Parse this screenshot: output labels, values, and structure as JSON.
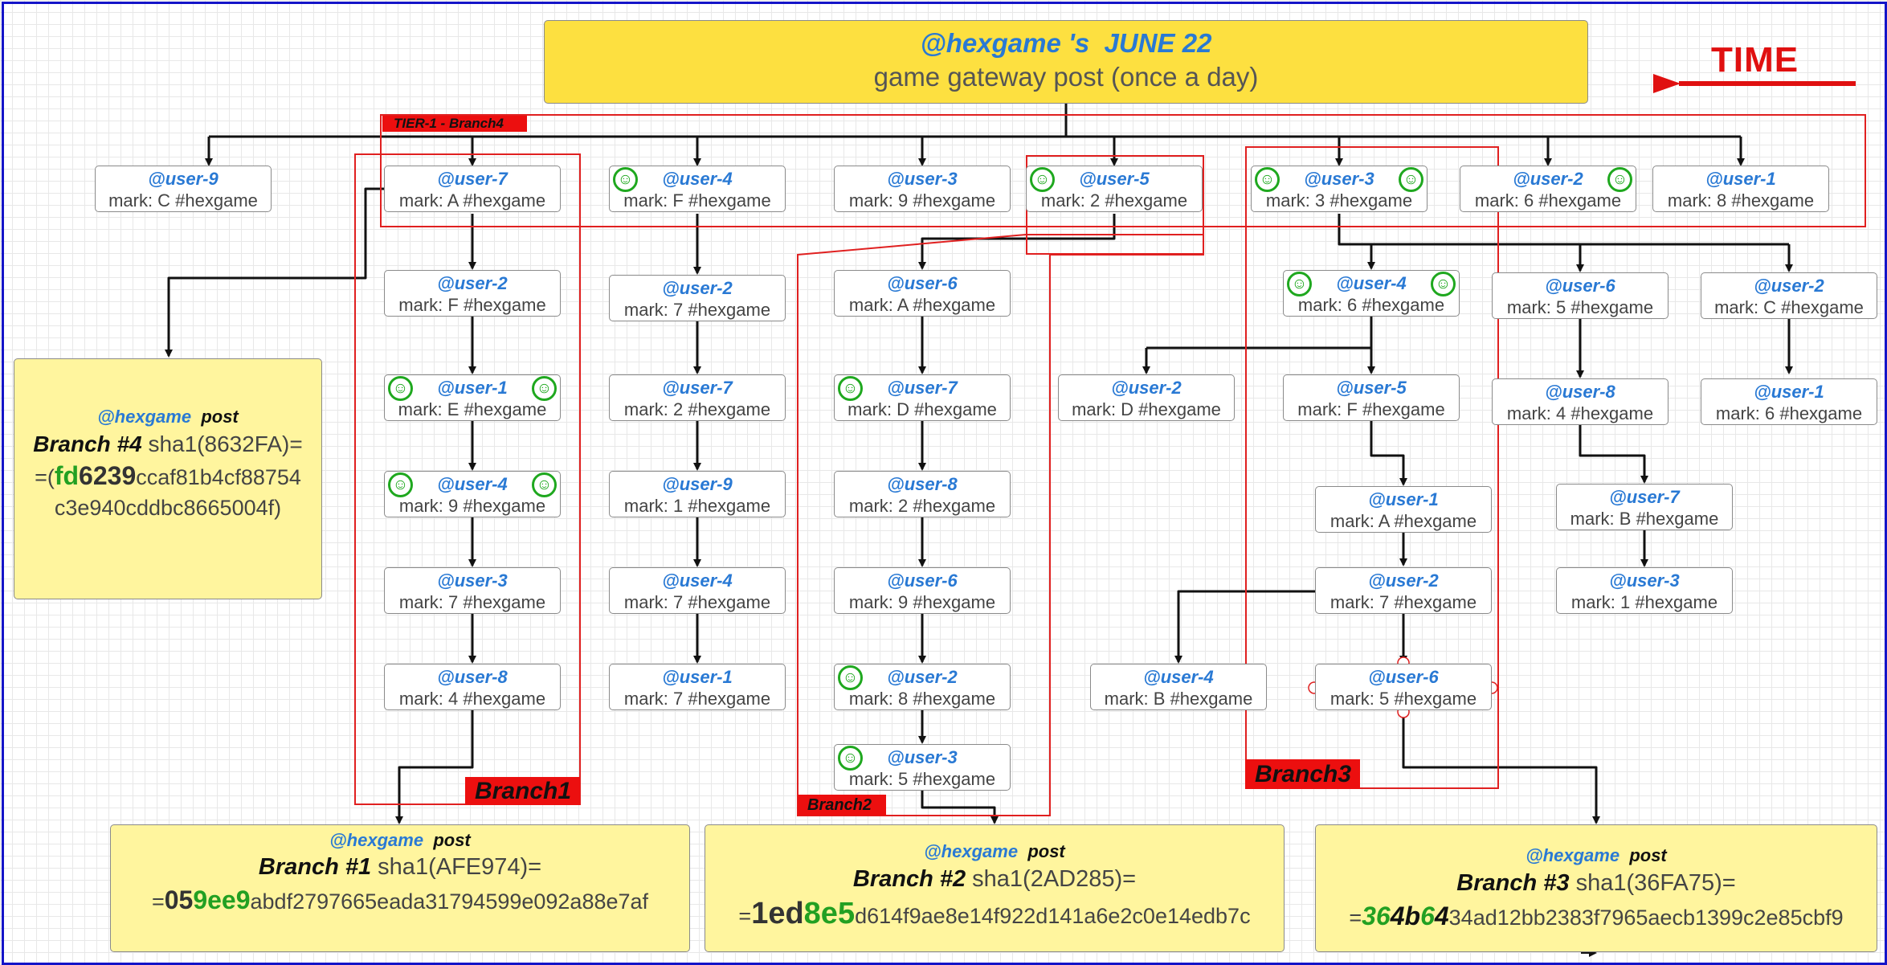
{
  "title": {
    "line1": "@hexgame 's  JUNE 22",
    "line2": "game gateway post (once a day)"
  },
  "time_label": "TIME",
  "tags": {
    "tier1": "TIER-1 - Branch4",
    "branch1": "Branch1",
    "branch2": "Branch2",
    "branch3": "Branch3"
  },
  "nodes": {
    "t1": {
      "user": "@user-9",
      "mark": "mark: C #hexgame"
    },
    "t2": {
      "user": "@user-7",
      "mark": "mark: A #hexgame"
    },
    "t3": {
      "user": "@user-4",
      "mark": "mark: F #hexgame"
    },
    "t4": {
      "user": "@user-3",
      "mark": "mark: 9 #hexgame"
    },
    "t5": {
      "user": "@user-5",
      "mark": "mark: 2 #hexgame"
    },
    "t6": {
      "user": "@user-3",
      "mark": "mark: 3 #hexgame"
    },
    "t7": {
      "user": "@user-2",
      "mark": "mark: 6 #hexgame"
    },
    "t8": {
      "user": "@user-1",
      "mark": "mark: 8 #hexgame"
    },
    "b1a": {
      "user": "@user-2",
      "mark": "mark: F #hexgame"
    },
    "b1b": {
      "user": "@user-1",
      "mark": "mark: E #hexgame"
    },
    "b1c": {
      "user": "@user-4",
      "mark": "mark: 9 #hexgame"
    },
    "b1d": {
      "user": "@user-3",
      "mark": "mark: 7 #hexgame"
    },
    "b1e": {
      "user": "@user-8",
      "mark": "mark: 4 #hexgame"
    },
    "c3a": {
      "user": "@user-2",
      "mark": "mark: 7 #hexgame"
    },
    "c3b": {
      "user": "@user-7",
      "mark": "mark: 2 #hexgame"
    },
    "c3c": {
      "user": "@user-9",
      "mark": "mark: 1 #hexgame"
    },
    "c3d": {
      "user": "@user-4",
      "mark": "mark: 7 #hexgame"
    },
    "c3e": {
      "user": "@user-1",
      "mark": "mark: 7 #hexgame"
    },
    "b2a": {
      "user": "@user-6",
      "mark": "mark: A #hexgame"
    },
    "b2b": {
      "user": "@user-7",
      "mark": "mark: D #hexgame"
    },
    "b2c": {
      "user": "@user-8",
      "mark": "mark: 2 #hexgame"
    },
    "b2d": {
      "user": "@user-6",
      "mark": "mark: 9 #hexgame"
    },
    "b2e": {
      "user": "@user-2",
      "mark": "mark: 8 #hexgame"
    },
    "b2f": {
      "user": "@user-3",
      "mark": "mark: 5 #hexgame"
    },
    "d1": {
      "user": "@user-2",
      "mark": "mark: D #hexgame"
    },
    "e1": {
      "user": "@user-4",
      "mark": "mark: B #hexgame"
    },
    "b3a": {
      "user": "@user-4",
      "mark": "mark: 6 #hexgame"
    },
    "b3b": {
      "user": "@user-5",
      "mark": "mark: F #hexgame"
    },
    "b3c": {
      "user": "@user-1",
      "mark": "mark: A #hexgame"
    },
    "b3d": {
      "user": "@user-2",
      "mark": "mark: 7 #hexgame"
    },
    "b3e": {
      "user": "@user-6",
      "mark": "mark: 5 #hexgame"
    },
    "f1": {
      "user": "@user-6",
      "mark": "mark: 5 #hexgame"
    },
    "f2": {
      "user": "@user-8",
      "mark": "mark: 4 #hexgame"
    },
    "f3": {
      "user": "@user-7",
      "mark": "mark: B #hexgame"
    },
    "f4": {
      "user": "@user-3",
      "mark": "mark: 1 #hexgame"
    },
    "g1": {
      "user": "@user-2",
      "mark": "mark: C #hexgame"
    },
    "g2": {
      "user": "@user-1",
      "mark": "mark: 6 #hexgame"
    }
  },
  "posts": {
    "p4": {
      "user": "@hexgame",
      "post": "post",
      "branch": "Branch #4",
      "sha": " sha1(8632FA)=",
      "pre": "=(",
      "hash_a": "fd",
      "hash_b": "6239",
      "hash_rest": "ccaf81b4cf88754",
      "line3": "c3e940cddbc8665004f)"
    },
    "p1": {
      "user": "@hexgame",
      "post": "post",
      "branch": "Branch #1",
      "sha": " sha1(AFE974)=",
      "pre": "=",
      "hash_a": "05",
      "hash_b": "9ee9",
      "hash_rest": "abdf2797665eada31794599e092a88e7af"
    },
    "p2": {
      "user": "@hexgame",
      "post": "post",
      "branch": "Branch #2",
      "sha": " sha1(2AD285)=",
      "pre": "=",
      "hash_a": "1ed",
      "hash_b": "8e5",
      "hash_rest": "d614f9ae8e14f922d141a6e2c0e14edb7c"
    },
    "p3": {
      "user": "@hexgame",
      "post": "post",
      "branch": "Branch #3",
      "sha": " sha1(36FA75)=",
      "pre": "=",
      "hash_a": "36",
      "hash_b": "4b",
      "hash_c": "6",
      "hash_d": "4",
      "hash_rest": "34ad12bb2383f7965aecb1399c2e85cbf9"
    }
  },
  "smiley_glyph": "☺",
  "colors": {
    "frame": "#1414c8",
    "gateway": "#fde040",
    "post": "#fff59e",
    "accent_red": "#ec0f0f",
    "user_blue": "#2979d4",
    "hash_green": "#22a022"
  }
}
